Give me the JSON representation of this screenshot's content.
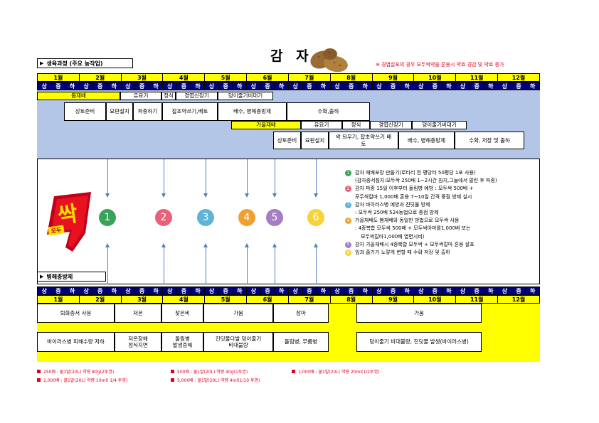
{
  "title": "감 자",
  "note": "※ 경엽살포의 경우 모두싹약을 혼용시 약효 경감 및 약효 증가",
  "growth": {
    "header": "생육과정 (주요 농작업)"
  },
  "months": [
    "1월",
    "2월",
    "3월",
    "4월",
    "5월",
    "6월",
    "7월",
    "8월",
    "9월",
    "10월",
    "11월",
    "12월"
  ],
  "periods": [
    "상",
    "중",
    "하"
  ],
  "spring_row1": {
    "bom_jaebae": "봄재배",
    "yumyo": "유묘기",
    "jeongsik": "정식",
    "gyeongyeop": "경엽신장기",
    "deongi": "덩이줄기비대기"
  },
  "spring_row2": {
    "sangto": "상토준비",
    "myopan": "묘판설치",
    "pajong": "파종하기",
    "jacho": "잡초약쓰기,배토",
    "baesu": "배수, 병해충방제",
    "suhwak": "수확,출하"
  },
  "autumn_row1": {
    "gaeul": "가을재배",
    "yumyo": "유묘기",
    "jeongsik": "정식",
    "gyeongyeop": "경엽신장기",
    "deongi": "덩이줄기비대기"
  },
  "autumn_row2": {
    "sangto": "상토준비",
    "myopan": "묘판설치",
    "ssak": "싹 틔우기, 잡초약쓰기 배토",
    "baesu": "배수, 병해충방제",
    "suhwak": "수확, 저장 및 출하"
  },
  "brand": {
    "main": "싹",
    "sub": "모두"
  },
  "steps": [
    "1",
    "2",
    "3",
    "4",
    "5",
    "6"
  ],
  "step_colors": [
    "#3aa35b",
    "#e8607a",
    "#5fb3d6",
    "#f0a030",
    "#a67cc4",
    "#f5d33a"
  ],
  "legend": {
    "l1": "감자 재배포장 만들기(로타리 전 평당타 50평당 1포 사용)",
    "l1b": "(감자종서침지:모두싹 250배 1~2시간 침지,그늘에서 말린 후 파종)",
    "l2": "감자 파종 15일 이후부터 돌림병 예방 : 모두싹 500배 +",
    "l2b": "모두싹칼마 1,000배 혼용 7~10일 간격 중점 방제 실시",
    "l3": "감자 바이러스병 예방과 진딧물 방제",
    "l3b": ": 모두싹 250배 524농법으로 중점 방제",
    "l4": "가을재배도 봄재배와 동일한 방법으로 모두싹 사용",
    "l4b": ": 4종복합 모두싹 500배 + 모두싹아미를1,000배 또는",
    "l4c": "모두싹칼마1,000배 엽면시비)",
    "l5": "감자 가을재배시 4종복합 모두싹 + 모두싹칼마 혼용 살포",
    "l6": "잎과 줄기가 노랗게 변할 때 수확 저장 및 출하"
  },
  "pest": {
    "header": "병해충방제"
  },
  "pest_row1": {
    "toehwa": "퇴화종서 사용",
    "jeoon": "저온",
    "jaeunbi": "잦은비",
    "gamum": "가뭄",
    "jangma": "장마",
    "gamum2": "가뭄"
  },
  "pest_row2": {
    "virus": "바이러스병 피해수량 저하",
    "jeoonjang": "저온장해",
    "jeoonjang2": "정식지연",
    "dollim": "돌림병",
    "dollim2": "발생증해",
    "jindit": "진딧물다발 덩이줄기",
    "jindit2": "비대불량",
    "dollim_mureum": "돌림병, 무름병",
    "deongi_bad": "덩이줄기 비대불량, 진딧물 발생(바이러스병)"
  },
  "footnotes": [
    "250배 : 물1말(20L) 약량 80g(2투껑)",
    "500배 : 물1말(20L) 약량 40g(1투껑)",
    "1,000배 : 물1말(20L) 약량 20ml(1/2투껑)",
    "2,000배 : 물1말(20L) 약량 10ml( 1/4 투껑)",
    "5,000배 : 물1말(20L) 약량 4ml(1/10 투껑)"
  ],
  "colors": {
    "yellow": "#ffff00",
    "navy": "#00007a",
    "light_blue": "#b4c6e7",
    "red": "#e0001b"
  }
}
